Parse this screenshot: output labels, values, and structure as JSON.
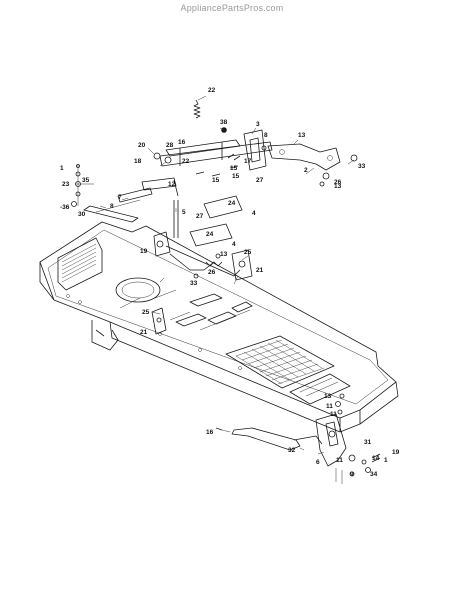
{
  "watermark": "AppliancePartsPros.com",
  "callouts": [
    {
      "id": "c22a",
      "text": "22"
    },
    {
      "id": "c38",
      "text": "38"
    },
    {
      "id": "c3a",
      "text": "3"
    },
    {
      "id": "c8a",
      "text": "8"
    },
    {
      "id": "c13a",
      "text": "13"
    },
    {
      "id": "c20",
      "text": "20"
    },
    {
      "id": "c28",
      "text": "28"
    },
    {
      "id": "c16a",
      "text": "16"
    },
    {
      "id": "c18",
      "text": "18"
    },
    {
      "id": "c22b",
      "text": "22"
    },
    {
      "id": "c15a",
      "text": "15"
    },
    {
      "id": "c17",
      "text": "17"
    },
    {
      "id": "c15b",
      "text": "15"
    },
    {
      "id": "c2",
      "text": "2"
    },
    {
      "id": "c33a",
      "text": "33"
    },
    {
      "id": "c26a",
      "text": "26"
    },
    {
      "id": "c1a",
      "text": "1"
    },
    {
      "id": "c23",
      "text": "23"
    },
    {
      "id": "c35",
      "text": "35"
    },
    {
      "id": "c12",
      "text": "12"
    },
    {
      "id": "c15c",
      "text": "15"
    },
    {
      "id": "c27a",
      "text": "27"
    },
    {
      "id": "c13b",
      "text": "13"
    },
    {
      "id": "c7",
      "text": "7"
    },
    {
      "id": "c8b",
      "text": "8"
    },
    {
      "id": "c36",
      "text": "-36"
    },
    {
      "id": "c30",
      "text": "30"
    },
    {
      "id": "c24a",
      "text": "24"
    },
    {
      "id": "c4a",
      "text": "4"
    },
    {
      "id": "c5",
      "text": "5"
    },
    {
      "id": "c27b",
      "text": "27"
    },
    {
      "id": "c24b",
      "text": "24"
    },
    {
      "id": "c4b",
      "text": "4"
    },
    {
      "id": "c19",
      "text": "19"
    },
    {
      "id": "c13c",
      "text": "13"
    },
    {
      "id": "c26b",
      "text": "26"
    },
    {
      "id": "c25a",
      "text": "25"
    },
    {
      "id": "c21a",
      "text": "21"
    },
    {
      "id": "c33b",
      "text": "33"
    },
    {
      "id": "c25b",
      "text": "25"
    },
    {
      "id": "c21b",
      "text": "21"
    },
    {
      "id": "c13d",
      "text": "13"
    },
    {
      "id": "c11a",
      "text": "11"
    },
    {
      "id": "c16b",
      "text": "16"
    },
    {
      "id": "c32",
      "text": "32"
    },
    {
      "id": "c31",
      "text": "31"
    },
    {
      "id": "c14",
      "text": "14"
    },
    {
      "id": "c19b",
      "text": "19"
    },
    {
      "id": "c6",
      "text": "6"
    },
    {
      "id": "c11b",
      "text": "11"
    },
    {
      "id": "c9",
      "text": "9"
    },
    {
      "id": "c34",
      "text": "34"
    },
    {
      "id": "c1b",
      "text": "1"
    },
    {
      "id": "c11c",
      "text": "11"
    }
  ]
}
